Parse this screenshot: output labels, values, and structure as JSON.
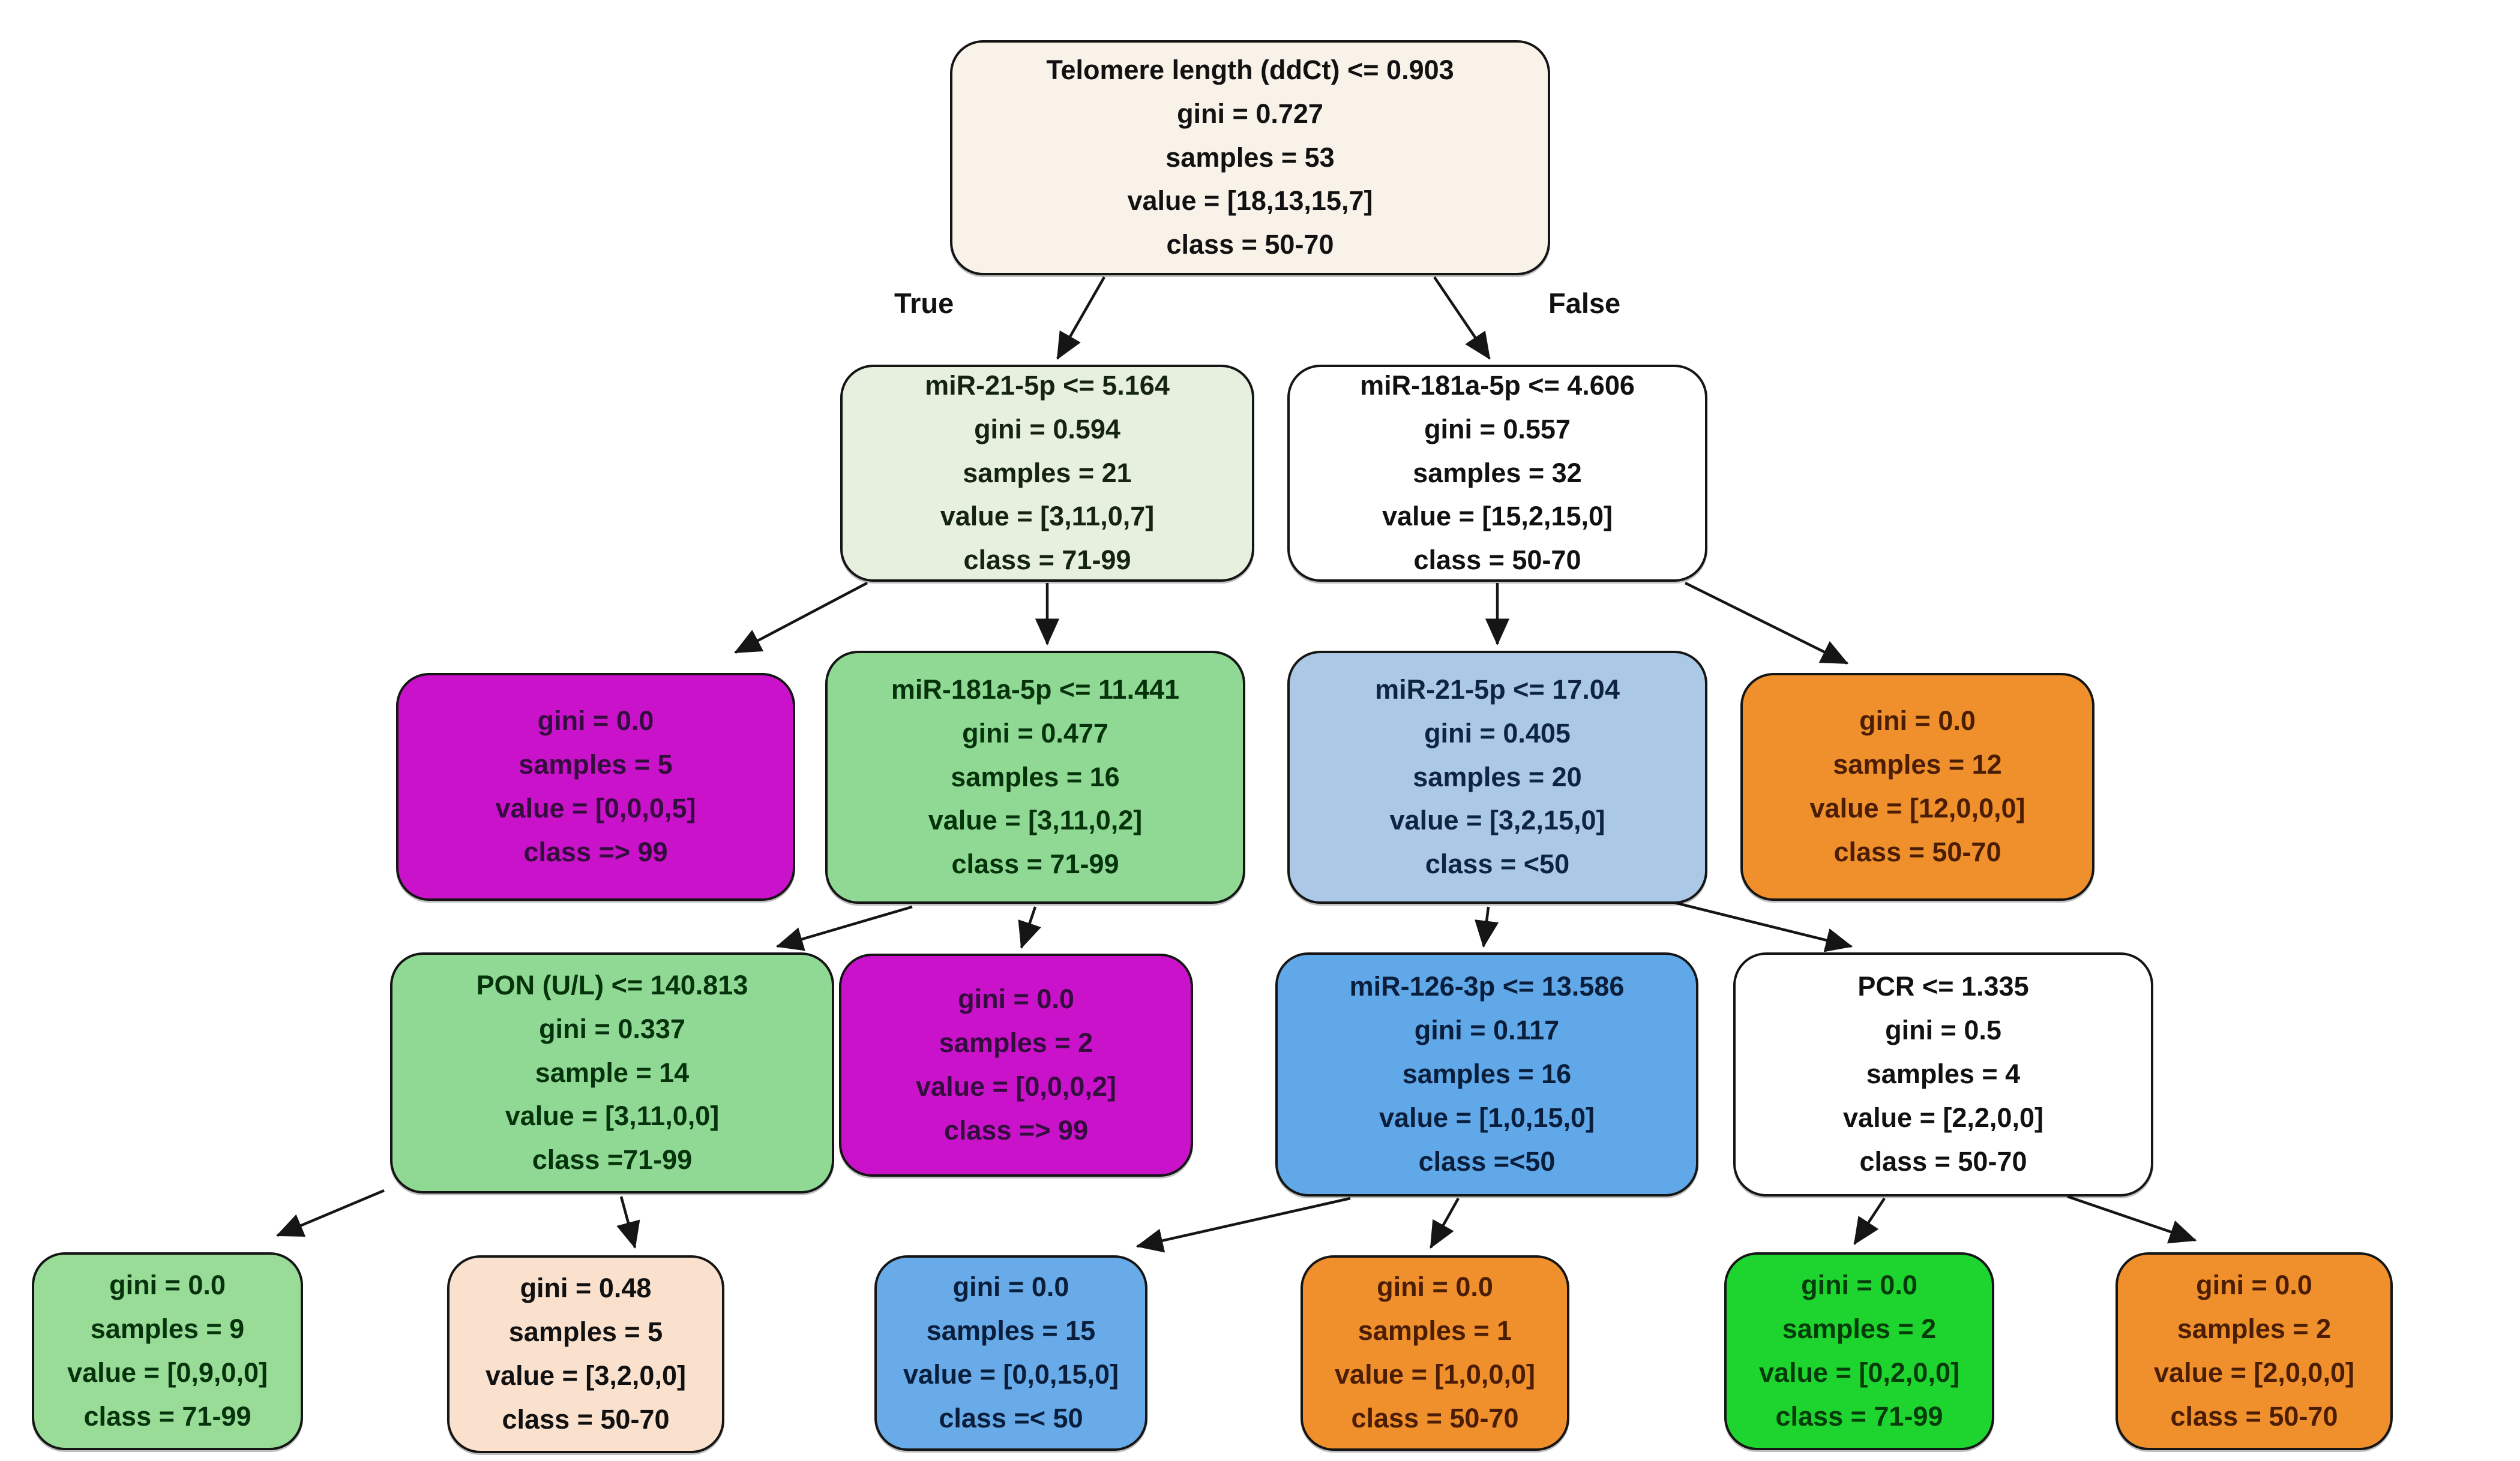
{
  "diagram_title": "decision-tree",
  "edge_labels": {
    "true_label": "True",
    "false_label": "False"
  },
  "colors": {
    "cream": "#f9f2e9",
    "pale_green": "#e7efdf",
    "white": "#ffffff",
    "magenta": "#ca12ca",
    "green": "#8fd994",
    "light_blue": "#abc8e6",
    "blue": "#60a8e8",
    "orange": "#f0902d",
    "peach": "#fae1ce",
    "bright_green": "#1ed42e",
    "edge_stroke": "#151515"
  },
  "nodes": {
    "root": {
      "condition": "Telomere length (ddCt) <= 0.903",
      "gini": "gini = 0.727",
      "samples": "samples = 53",
      "value": "value = [18,13,15,7]",
      "class": "class = 50-70",
      "bg": "#f9f2e9",
      "fg": "#111111"
    },
    "n2l": {
      "condition": "miR-21-5p <= 5.164",
      "gini": "gini = 0.594",
      "samples": "samples = 21",
      "value": "value = [3,11,0,7]",
      "class": "class = 71-99",
      "bg": "#e7efdf",
      "fg": "#14240d"
    },
    "n2r": {
      "condition": "miR-181a-5p <= 4.606",
      "gini": "gini = 0.557",
      "samples": "samples = 32",
      "value": "value = [15,2,15,0]",
      "class": "class = 50-70",
      "bg": "#ffffff",
      "fg": "#111111"
    },
    "mag1": {
      "gini": "gini = 0.0",
      "samples": "samples = 5",
      "value": "value = [0,0,0,5]",
      "class": "class => 99",
      "bg": "#ca12ca",
      "fg": "#330d3d"
    },
    "grn3": {
      "condition": "miR-181a-5p <= 11.441",
      "gini": "gini = 0.477",
      "samples": "samples = 16",
      "value": "value = [3,11,0,2]",
      "class": "class = 71-99",
      "bg": "#8fd994",
      "fg": "#06330c"
    },
    "blu3": {
      "condition": "miR-21-5p <= 17.04",
      "gini": "gini = 0.405",
      "samples": "samples = 20",
      "value": "value = [3,2,15,0]",
      "class": "class = <50",
      "bg": "#abc8e6",
      "fg": "#0e2440"
    },
    "org3": {
      "gini": "gini = 0.0",
      "samples": "samples = 12",
      "value": "value = [12,0,0,0]",
      "class": "class = 50-70",
      "bg": "#f0902d",
      "fg": "#4a1d04"
    },
    "pon": {
      "condition": "PON (U/L) <= 140.813",
      "gini": "gini = 0.337",
      "samples": "sample = 14",
      "value": "value = [3,11,0,0]",
      "class": "class =71-99",
      "bg": "#8fd994",
      "fg": "#06330c"
    },
    "mag2": {
      "gini": "gini = 0.0",
      "samples": "samples = 2",
      "value": "value = [0,0,0,2]",
      "class": "class => 99",
      "bg": "#ca12ca",
      "fg": "#330d3d"
    },
    "mir126": {
      "condition": "miR-126-3p <= 13.586",
      "gini": "gini = 0.117",
      "samples": "samples = 16",
      "value": "value = [1,0,15,0]",
      "class": "class =<50",
      "bg": "#60a8e8",
      "fg": "#0a1e3c"
    },
    "pcr": {
      "condition": "PCR <= 1.335",
      "gini": "gini = 0.5",
      "samples": "samples = 4",
      "value": "value = [2,2,0,0]",
      "class": "class = 50-70",
      "bg": "#ffffff",
      "fg": "#111111"
    },
    "leaf1": {
      "gini": "gini = 0.0",
      "samples": "samples = 9",
      "value": "value = [0,9,0,0]",
      "class": "class = 71-99",
      "bg": "#98dc98",
      "fg": "#06330c"
    },
    "leaf2": {
      "gini": "gini = 0.48",
      "samples": "samples = 5",
      "value": "value = [3,2,0,0]",
      "class": "class = 50-70",
      "bg": "#fae1ce",
      "fg": "#111111"
    },
    "leaf3": {
      "gini": "gini = 0.0",
      "samples": "samples = 15",
      "value": "value = [0,0,15,0]",
      "class": "class =< 50",
      "bg": "#68abe8",
      "fg": "#0a1e3c"
    },
    "leaf4": {
      "gini": "gini = 0.0",
      "samples": "samples = 1",
      "value": "value = [1,0,0,0]",
      "class": "class = 50-70",
      "bg": "#f0902d",
      "fg": "#4a1d04"
    },
    "leaf5": {
      "gini": "gini = 0.0",
      "samples": "samples = 2",
      "value": "value = [0,2,0,0]",
      "class": "class = 71-99",
      "bg": "#1ed42e",
      "fg": "#063b0a"
    },
    "leaf6": {
      "gini": "gini = 0.0",
      "samples": "samples = 2",
      "value": "value = [2,0,0,0]",
      "class": "class = 50-70",
      "bg": "#f0902d",
      "fg": "#4a1d04"
    }
  }
}
